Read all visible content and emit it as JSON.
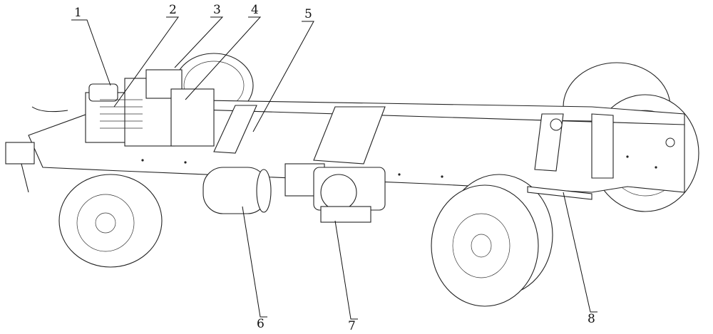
{
  "figure": {
    "labels": [
      {
        "id": "1",
        "text": "1"
      },
      {
        "id": "2",
        "text": "2"
      },
      {
        "id": "3",
        "text": "3"
      },
      {
        "id": "4",
        "text": "4"
      },
      {
        "id": "5",
        "text": "5"
      },
      {
        "id": "6",
        "text": "6"
      },
      {
        "id": "7",
        "text": "7"
      },
      {
        "id": "8",
        "text": "8"
      }
    ]
  }
}
